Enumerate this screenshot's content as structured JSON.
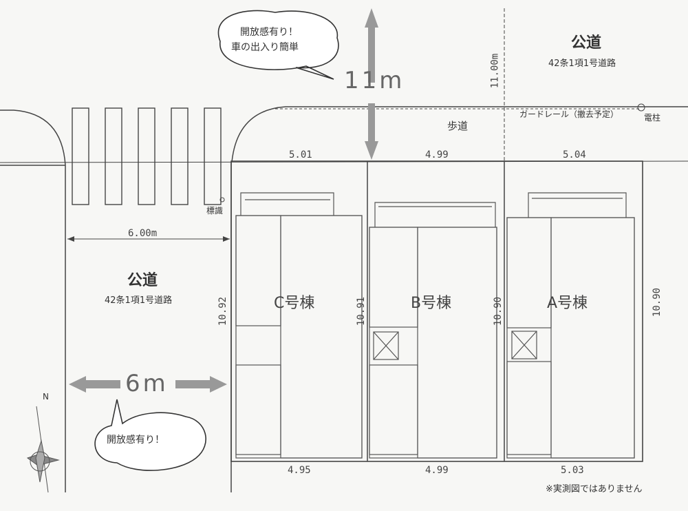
{
  "callouts": {
    "top_line1": "開放感有り！",
    "top_line2": "車の出入り簡単",
    "bottom": "開放感有り！"
  },
  "widths": {
    "top_road": "11m",
    "left_road": "6m"
  },
  "roads": {
    "north": {
      "name": "公道",
      "type": "42条1項1号道路",
      "width": "11.00m"
    },
    "west": {
      "name": "公道",
      "type": "42条1項1号道路",
      "width": "6.00m"
    }
  },
  "labels": {
    "sidewalk": "歩道",
    "guardrail": "ガードレール（撤去予定）",
    "utility_pole": "電柱",
    "signpost": "標識",
    "compass_north": "N",
    "disclaimer": "※実測図ではありません"
  },
  "lots": [
    {
      "name": "C号棟",
      "top": "5.01",
      "bottom": "4.95",
      "side": "10.92"
    },
    {
      "name": "B号棟",
      "top": "4.99",
      "bottom": "4.99",
      "side": "10.91"
    },
    {
      "name": "A号棟",
      "top": "5.04",
      "bottom": "5.03",
      "side": "10.90"
    }
  ],
  "lot_a_right_depth": "10.90"
}
